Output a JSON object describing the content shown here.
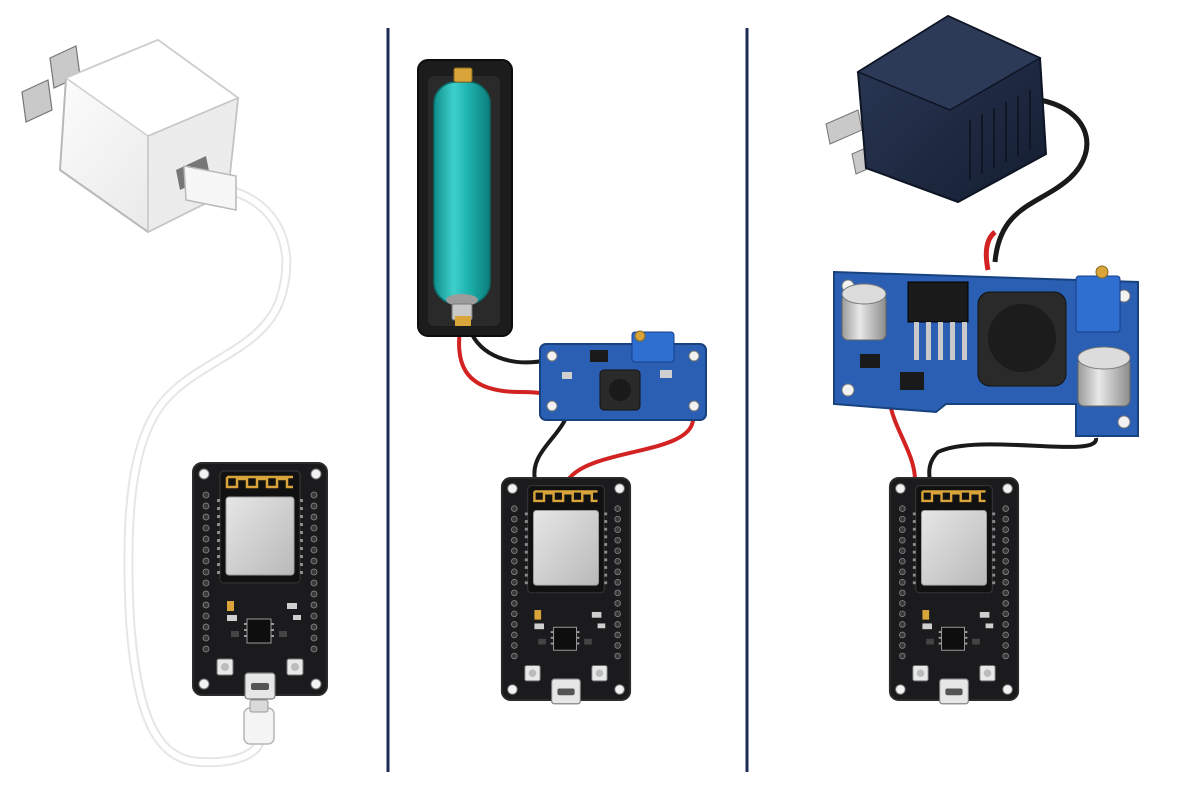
{
  "panels": [
    {
      "id": "usb-charger",
      "power_source": "usb-wall-charger",
      "cable": "usb-cable",
      "board": "esp32-dev-board"
    },
    {
      "id": "battery",
      "power_source": "18650-battery-holder",
      "converter": "boost-converter-module",
      "board": "esp32-dev-board"
    },
    {
      "id": "dc-adapter",
      "power_source": "dc-wall-adapter",
      "converter": "buck-converter-module",
      "board": "esp32-dev-board"
    }
  ],
  "colors": {
    "divider": "#1c2a55",
    "pcb_black": "#1b1b1d",
    "pcb_blue": "#2a5fb3",
    "module_metal": "#cfcfcf",
    "antenna_gold": "#d9a53a",
    "battery_teal": "#1fb4b0",
    "adapter_navy": "#1e2a44",
    "wire_red": "#d32222",
    "wire_black": "#1a1a1a",
    "charger_white": "#f4f4f4"
  },
  "icons": [
    "usb-charger-icon",
    "usb-cable-icon",
    "esp32-board-icon",
    "battery-icon",
    "boost-converter-icon",
    "dc-adapter-icon",
    "buck-converter-icon"
  ]
}
